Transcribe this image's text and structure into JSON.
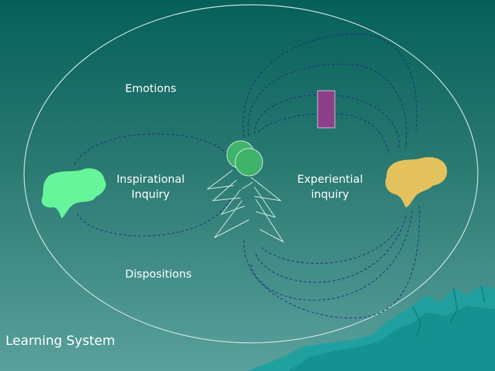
{
  "diagram": {
    "labels": {
      "emotions": "Emotions",
      "inspirational_inquiry": [
        "Inspirational",
        "Inquiry"
      ],
      "experiential_inquiry": [
        "Experiential",
        "inquiry"
      ],
      "dispositions": "Dispositions",
      "learning_system": "Learning System"
    },
    "colors": {
      "background_top": "#06605a",
      "background_bottom": "#5aa09c",
      "outline": "#d8ece8",
      "dashed_lines": "#1f2a80",
      "left_blob": "#66f59a",
      "right_blob": "#e3c15c",
      "rectangle": "#8e3f8a",
      "circles": "#3fb36a",
      "mountains": "#1fa0a0"
    },
    "icons": [
      "left-cloud-shape",
      "right-cloud-shape",
      "purple-rectangle",
      "green-circles",
      "line-tree",
      "mountain-range"
    ]
  }
}
